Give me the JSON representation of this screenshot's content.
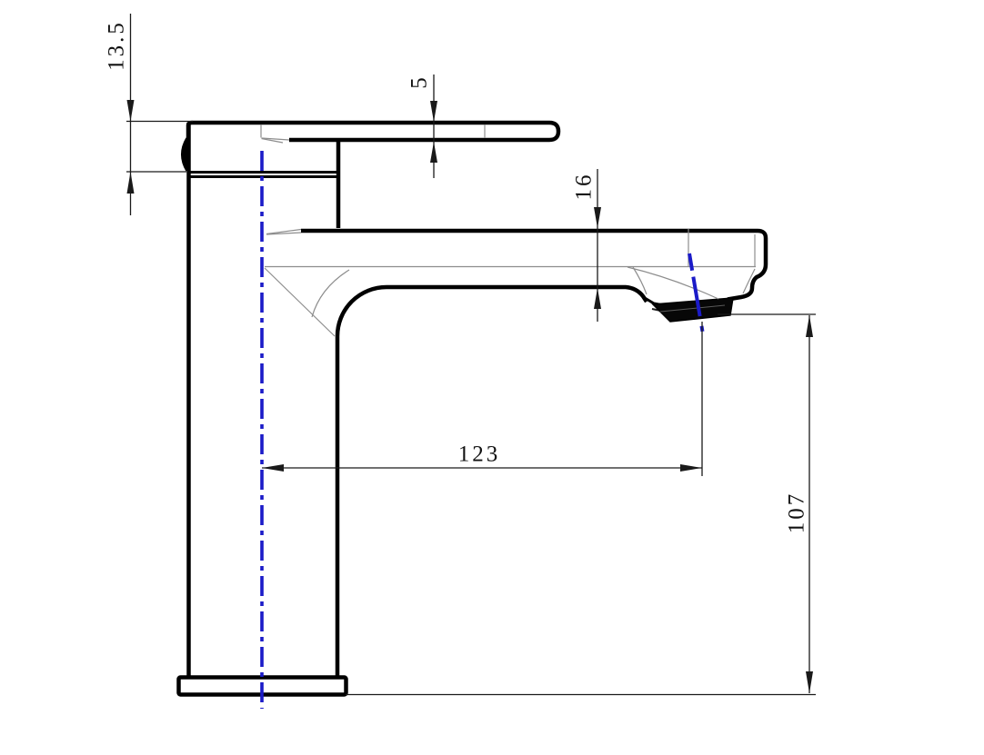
{
  "drawing": {
    "kind": "faucet-side-elevation-technical-drawing",
    "colors": {
      "background": "#ffffff",
      "outline": "#000000",
      "thin_surface_lines": "#8d8d8d",
      "dimension_lines": "#1a1a1a",
      "centerline_blue": "#1b1bc8"
    },
    "dimensions": {
      "cap_height": "13.5",
      "lever_thickness": "5",
      "spout_height": "16",
      "spout_reach": "123",
      "outlet_height": "107"
    }
  }
}
